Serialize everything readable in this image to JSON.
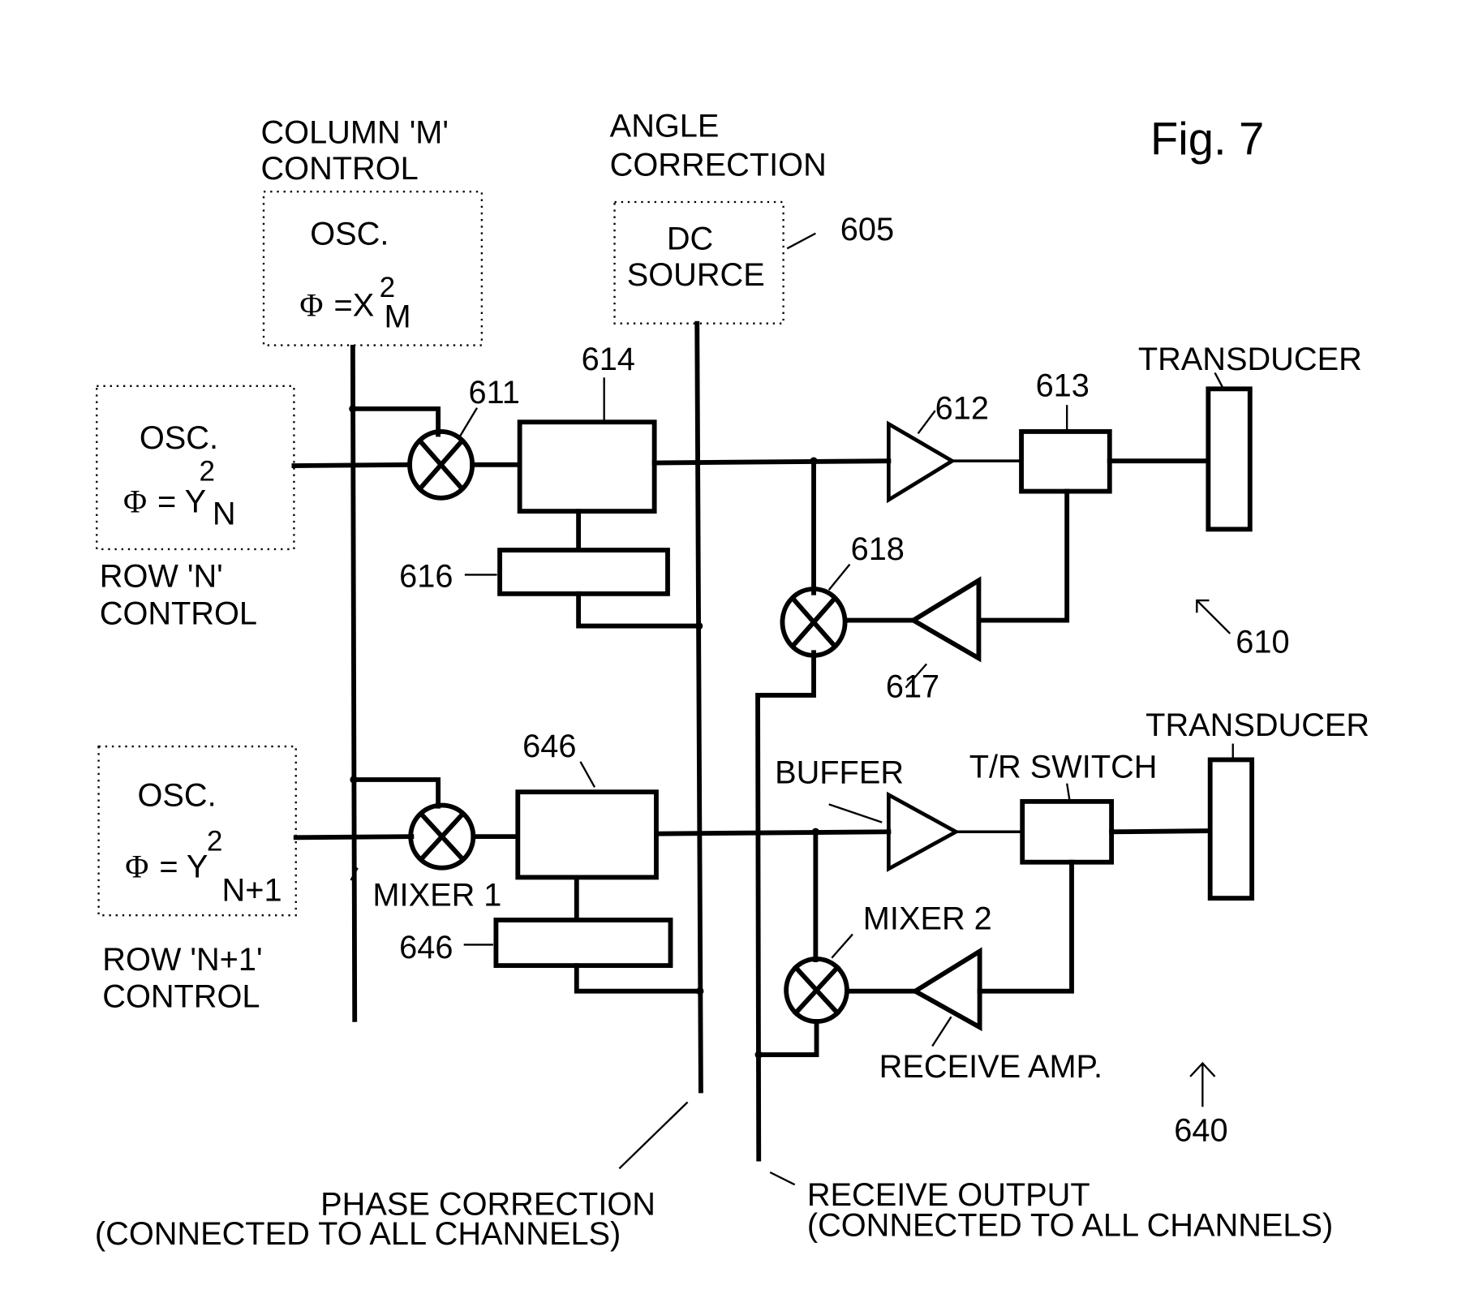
{
  "figure": {
    "title": "Fig. 7"
  },
  "column_control": {
    "label_line1": "COLUMN 'M'",
    "label_line2": "CONTROL",
    "osc_label": "OSC.",
    "phi": "Φ",
    "eq": "=X",
    "sup": "2",
    "sub": "M"
  },
  "angle_correction": {
    "label_line1": "ANGLE",
    "label_line2": "CORRECTION",
    "box_line1": "DC",
    "box_line2": "SOURCE",
    "ref": "605"
  },
  "row_n": {
    "osc_label": "OSC.",
    "phi": "Φ",
    "eq": "= Y",
    "sup": "2",
    "sub": "N",
    "label_line1": "ROW 'N'",
    "label_line2": "CONTROL"
  },
  "row_n1": {
    "osc_label": "OSC.",
    "phi": "Φ",
    "eq": "= Y",
    "sup": "2",
    "sub": "N+1",
    "label_line1": "ROW 'N+1'",
    "label_line2": "CONTROL"
  },
  "channel_610": {
    "ref": "610",
    "mixer1_ref": "611",
    "phase_block_ref": "614",
    "lower_block_ref": "616",
    "buffer_ref": "612",
    "switch_ref": "613",
    "mixer2_ref": "618",
    "receive_amp_ref": "617",
    "transducer_label": "TRANSDUCER"
  },
  "channel_640": {
    "ref": "640",
    "phase_block_ref": "646",
    "lower_block_ref": "646",
    "mixer1_label": "MIXER 1",
    "buffer_label": "BUFFER",
    "switch_label": "T/R SWITCH",
    "mixer2_label": "MIXER 2",
    "receive_amp_label": "RECEIVE AMP.",
    "transducer_label": "TRANSDUCER"
  },
  "bus_labels": {
    "phase_line1": "PHASE CORRECTION",
    "phase_line2": "(CONNECTED TO ALL CHANNELS)",
    "receive_line1": "RECEIVE OUTPUT",
    "receive_line2": "(CONNECTED TO ALL CHANNELS)"
  }
}
